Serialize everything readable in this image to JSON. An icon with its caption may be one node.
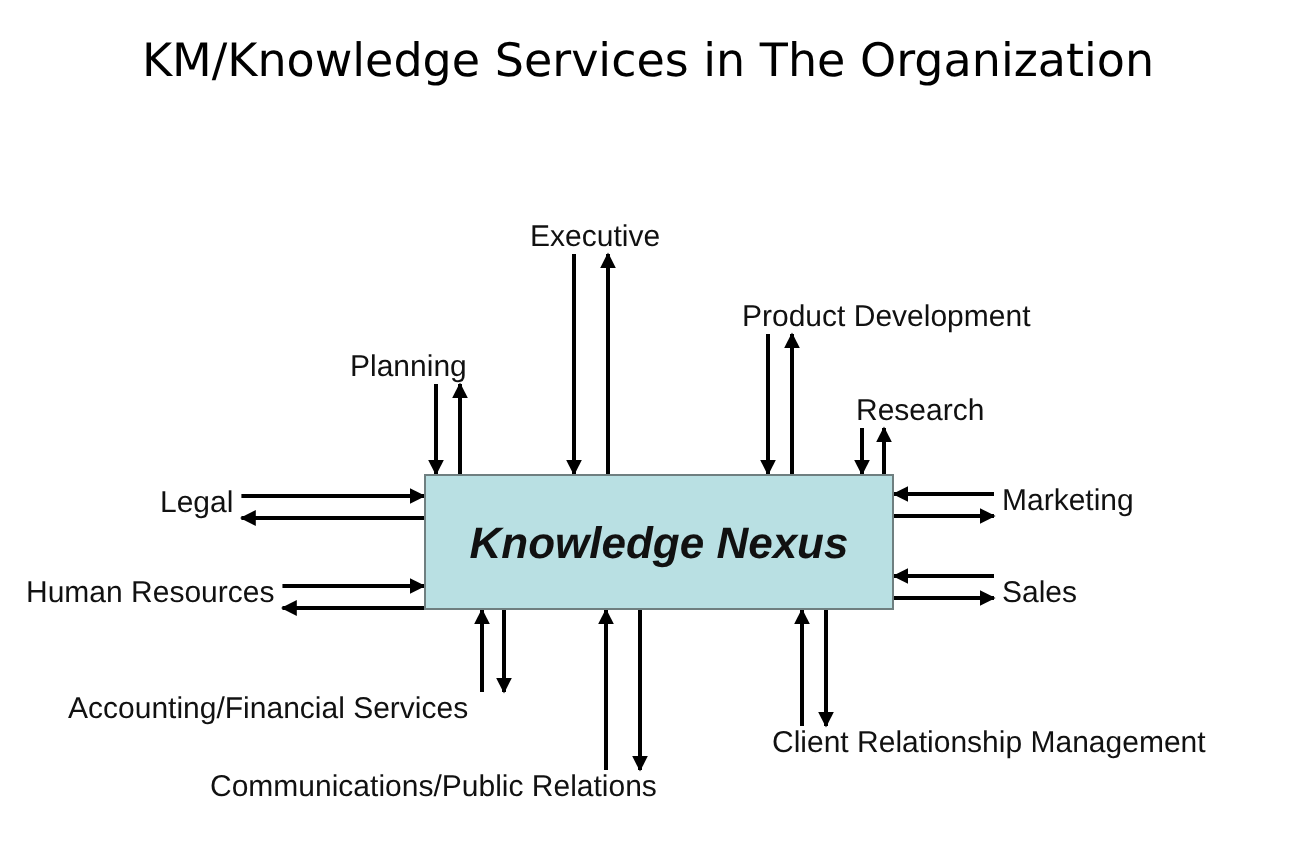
{
  "diagram": {
    "title": "KM/Knowledge Services in The Organization",
    "nodes": [
      {
        "text": [
          "Executive"
        ]
      },
      {
        "text": [
          "Product Development"
        ]
      },
      {
        "text": [
          "Planning"
        ]
      },
      {
        "text": [
          "Research"
        ]
      },
      {
        "text": [
          "Legal"
        ]
      },
      {
        "text": [
          "Knowledge Nexus"
        ]
      },
      {
        "text": [
          "Marketing"
        ]
      },
      {
        "text": [
          "Human Resources"
        ]
      },
      {
        "text": [
          "Sales"
        ]
      },
      {
        "text": [
          "Accounting/Financial Services"
        ]
      },
      {
        "text": [
          "Client Relationship Management"
        ]
      },
      {
        "text": [
          "Communications/Public Relations"
        ]
      }
    ],
    "edges": [
      {
        "from": 0,
        "to": 5,
        "arrow": "to"
      },
      {
        "from": 5,
        "to": 0,
        "arrow": "to"
      },
      {
        "from": 1,
        "to": 5,
        "arrow": "to"
      },
      {
        "from": 5,
        "to": 1,
        "arrow": "to"
      },
      {
        "from": 2,
        "to": 5,
        "arrow": "to"
      },
      {
        "from": 5,
        "to": 2,
        "arrow": "to"
      },
      {
        "from": 3,
        "to": 5,
        "arrow": "to"
      },
      {
        "from": 5,
        "to": 3,
        "arrow": "to"
      },
      {
        "from": 4,
        "to": 5,
        "arrow": "to"
      },
      {
        "from": 5,
        "to": 4,
        "arrow": "to"
      },
      {
        "from": 6,
        "to": 5,
        "arrow": "to"
      },
      {
        "from": 5,
        "to": 6,
        "arrow": "to"
      },
      {
        "from": 7,
        "to": 5,
        "arrow": "to"
      },
      {
        "from": 5,
        "to": 7,
        "arrow": "to"
      },
      {
        "from": 8,
        "to": 5,
        "arrow": "to"
      },
      {
        "from": 5,
        "to": 8,
        "arrow": "to"
      },
      {
        "from": 9,
        "to": 5,
        "arrow": "to"
      },
      {
        "from": 5,
        "to": 9,
        "arrow": "to"
      },
      {
        "from": 10,
        "to": 5,
        "arrow": "to"
      },
      {
        "from": 5,
        "to": 10,
        "arrow": "to"
      },
      {
        "from": 11,
        "to": 5,
        "arrow": "to"
      },
      {
        "from": 5,
        "to": 11,
        "arrow": "to"
      }
    ]
  }
}
